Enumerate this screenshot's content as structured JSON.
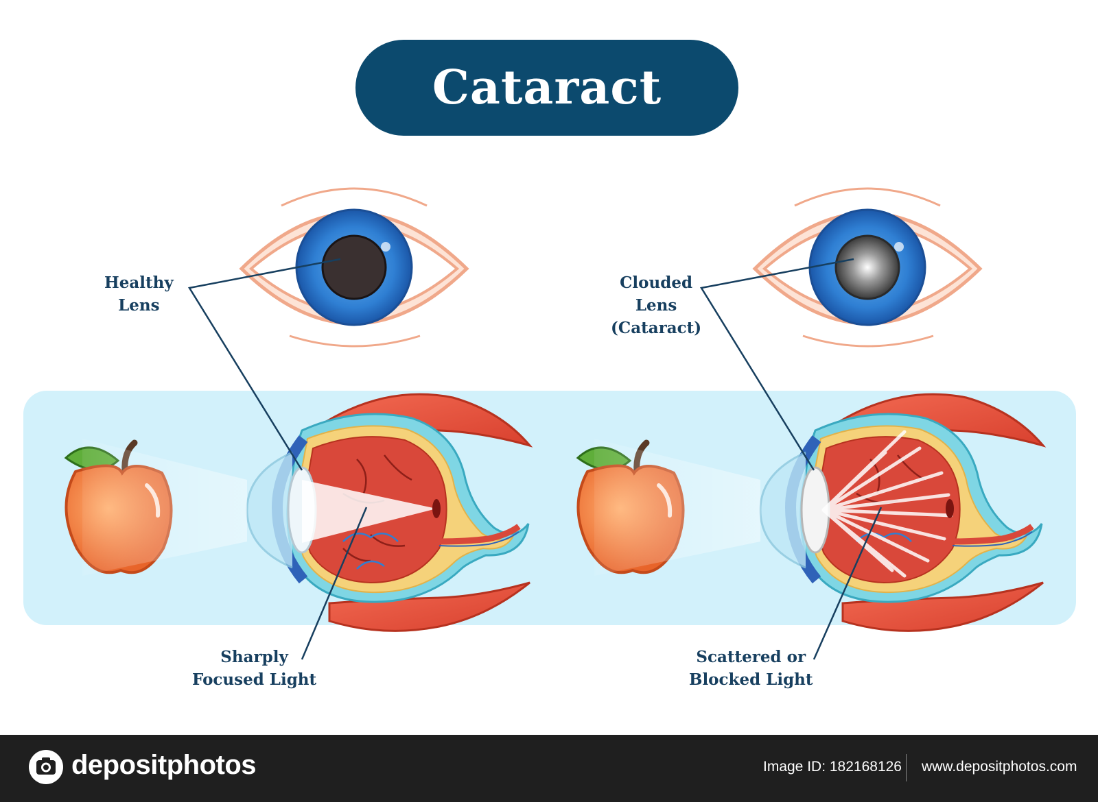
{
  "title": "Cataract",
  "labels": {
    "healthy_lens": [
      "Healthy",
      "Lens"
    ],
    "sharply_focused": [
      "Sharply",
      "Focused Light"
    ],
    "clouded_lens": [
      "Clouded",
      "Lens",
      "(Cataract)"
    ],
    "scattered_light": [
      "Scattered or",
      "Blocked Light"
    ]
  },
  "footer": {
    "brand": "depositphotos",
    "image_id": "Image ID: 182168126",
    "website": "www.depositphotos.com"
  },
  "colors": {
    "title_bg": "#0c4a6e",
    "label_text": "#173f5f",
    "panel_bg": "#d2f1fb",
    "iris": "#2f7fd3",
    "muscle": "#e0533f",
    "retina": "#c7382b",
    "sclera_rim": "#f5d27a",
    "apple": "#f07a35",
    "footer_bg": "#1f1f1f"
  }
}
